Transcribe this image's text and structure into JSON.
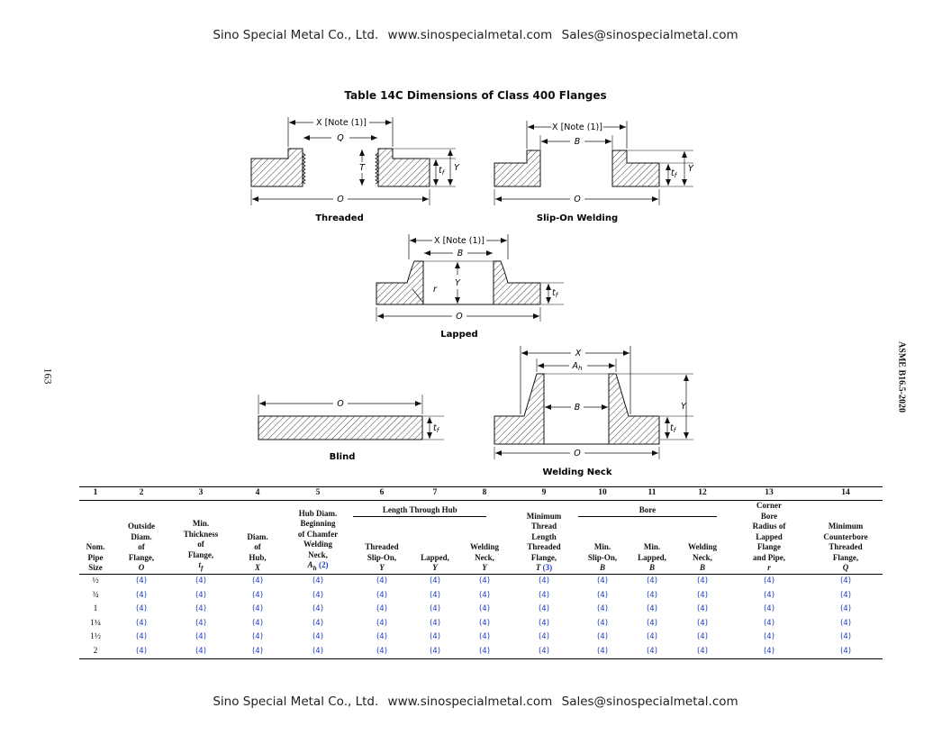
{
  "header": {
    "company": "Sino Special Metal Co., Ltd.",
    "website": "www.sinospecialmetal.com",
    "email": "Sales@sinospecialmetal.com"
  },
  "footer": {
    "company": "Sino Special Metal Co., Ltd.",
    "website": "www.sinospecialmetal.com",
    "email": "Sales@sinospecialmetal.com"
  },
  "page_number": "163",
  "standard": "ASME B16.5-2020",
  "title": "Table 14C Dimensions of Class 400 Flanges",
  "figures": {
    "threaded": {
      "caption": "Threaded",
      "x": "X [Note (1)]",
      "q": "Q",
      "t": "T",
      "tf": "t",
      "tf_sub": "f",
      "y": "Y",
      "o": "O"
    },
    "slipon": {
      "caption": "Slip-On Welding",
      "x": "X [Note (1)]",
      "b": "B",
      "tf": "t",
      "tf_sub": "f",
      "y": "Y",
      "o": "O"
    },
    "lapped": {
      "caption": "Lapped",
      "x": "X [Note (1)]",
      "b": "B",
      "r": "r",
      "y": "Y",
      "tf": "t",
      "tf_sub": "f",
      "o": "O"
    },
    "blind": {
      "caption": "Blind",
      "o": "O",
      "tf": "t",
      "tf_sub": "f"
    },
    "weldneck": {
      "caption": "Welding Neck",
      "x": "X",
      "ah": "A",
      "ah_sub": "h",
      "b": "B",
      "y": "Y",
      "tf": "t",
      "tf_sub": "f",
      "o": "O"
    }
  },
  "table": {
    "col_numbers": [
      "1",
      "2",
      "3",
      "4",
      "5",
      "6",
      "7",
      "8",
      "9",
      "10",
      "11",
      "12",
      "13",
      "14"
    ],
    "group_length": "Length Through Hub",
    "group_bore": "Bore",
    "headers": {
      "c1": [
        "Nom.",
        "Pipe",
        "Size"
      ],
      "c2": [
        "Outside",
        "Diam.",
        "of",
        "Flange,"
      ],
      "c2_sym": "O",
      "c3": [
        "Min.",
        "Thickness",
        "of",
        "Flange,"
      ],
      "c3_sym": "t",
      "c3_sub": "f",
      "c4": [
        "Diam.",
        "of",
        "Hub,"
      ],
      "c4_sym": "X",
      "c5": [
        "Hub Diam.",
        "Beginning",
        "of Chamfer",
        "Welding",
        "Neck,"
      ],
      "c5_sym": "A",
      "c5_sub": "h",
      "c5_ref": "(2)",
      "c6": [
        "Threaded",
        "Slip-On,"
      ],
      "c6_sym": "Y",
      "c7": [
        "Lapped,"
      ],
      "c7_sym": "Y",
      "c8": [
        "Welding",
        "Neck,"
      ],
      "c8_sym": "Y",
      "c9": [
        "Minimum",
        "Thread",
        "Length",
        "Threaded",
        "Flange,"
      ],
      "c9_sym": "T",
      "c9_ref": "(3)",
      "c10": [
        "Min.",
        "Slip-On,"
      ],
      "c10_sym": "B",
      "c11": [
        "Min.",
        "Lapped,"
      ],
      "c11_sym": "B",
      "c12": [
        "Welding",
        "Neck,"
      ],
      "c12_sym": "B",
      "c13": [
        "Corner",
        "Bore",
        "Radius of",
        "Lapped",
        "Flange",
        "and Pipe,"
      ],
      "c13_sym": "r",
      "c14": [
        "Minimum",
        "Counterbore",
        "Threaded",
        "Flange,"
      ],
      "c14_sym": "Q"
    },
    "rows": [
      {
        "size": "½",
        "cells": [
          "(4)",
          "(4)",
          "(4)",
          "(4)",
          "(4)",
          "(4)",
          "(4)",
          "(4)",
          "(4)",
          "(4)",
          "(4)",
          "(4)",
          "(4)"
        ]
      },
      {
        "size": "¾",
        "cells": [
          "(4)",
          "(4)",
          "(4)",
          "(4)",
          "(4)",
          "(4)",
          "(4)",
          "(4)",
          "(4)",
          "(4)",
          "(4)",
          "(4)",
          "(4)"
        ]
      },
      {
        "size": "1",
        "cells": [
          "(4)",
          "(4)",
          "(4)",
          "(4)",
          "(4)",
          "(4)",
          "(4)",
          "(4)",
          "(4)",
          "(4)",
          "(4)",
          "(4)",
          "(4)"
        ]
      },
      {
        "size": "1¼",
        "cells": [
          "(4)",
          "(4)",
          "(4)",
          "(4)",
          "(4)",
          "(4)",
          "(4)",
          "(4)",
          "(4)",
          "(4)",
          "(4)",
          "(4)",
          "(4)"
        ]
      },
      {
        "size": "1½",
        "cells": [
          "(4)",
          "(4)",
          "(4)",
          "(4)",
          "(4)",
          "(4)",
          "(4)",
          "(4)",
          "(4)",
          "(4)",
          "(4)",
          "(4)",
          "(4)"
        ]
      },
      {
        "size": "2",
        "cells": [
          "(4)",
          "(4)",
          "(4)",
          "(4)",
          "(4)",
          "(4)",
          "(4)",
          "(4)",
          "(4)",
          "(4)",
          "(4)",
          "(4)",
          "(4)"
        ]
      }
    ]
  },
  "colors": {
    "link_blue": "#1a3cc2"
  }
}
